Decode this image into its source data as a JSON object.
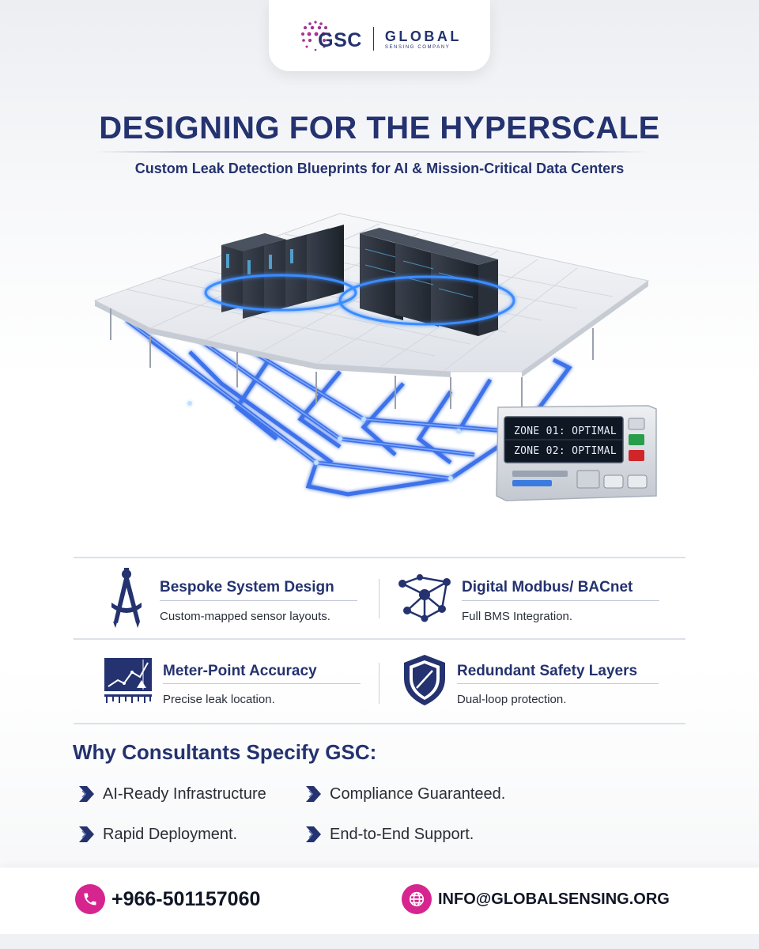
{
  "logo": {
    "mark": "GSC",
    "name": "GLOBAL",
    "tagline": "SENSING COMPANY"
  },
  "headline": "DESIGNING FOR THE HYPERSCALE",
  "subheadline": "Custom Leak Detection Blueprints for AI & Mission-Critical Data Centers",
  "illustration": {
    "panel_lines": [
      "ZONE 01: OPTIMAL",
      "ZONE 02: OPTIMAL"
    ]
  },
  "features": [
    {
      "icon": "compass-icon",
      "title": "Bespoke System Design",
      "desc": "Custom-mapped sensor layouts."
    },
    {
      "icon": "network-icon",
      "title": "Digital Modbus/ BACnet",
      "desc": "Full BMS Integration."
    },
    {
      "icon": "chart-screen-icon",
      "title": "Meter-Point Accuracy",
      "desc": "Precise leak location."
    },
    {
      "icon": "shield-icon",
      "title": "Redundant Safety Layers",
      "desc": "Dual-loop protection."
    }
  ],
  "why": {
    "title": "Why Consultants Specify GSC:",
    "items": [
      "AI-Ready Infrastructure",
      "Compliance Guaranteed.",
      "Rapid Deployment.",
      "End-to-End Support."
    ]
  },
  "contact": {
    "phone": "+966-501157060",
    "email": "INFO@GLOBALSENSING.ORG"
  },
  "colors": {
    "navy": "#24326f",
    "magenta": "#d6258f",
    "accent_blue": "#2b63e8"
  }
}
